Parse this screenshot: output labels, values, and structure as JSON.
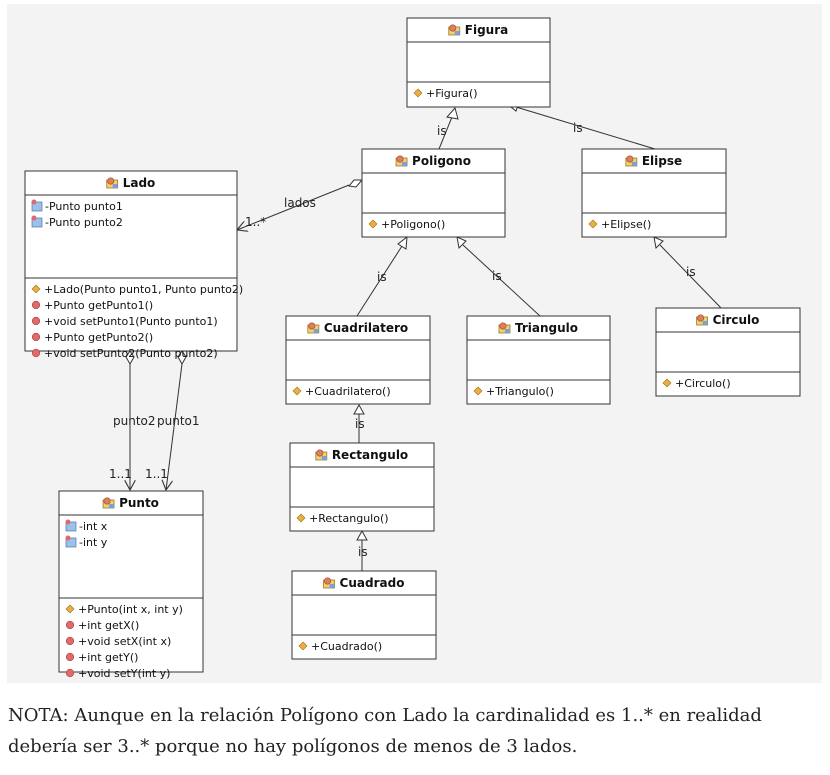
{
  "classes": {
    "figura": {
      "name": "Figura",
      "attributes": [],
      "methods": [
        "+Figura()"
      ]
    },
    "poligono": {
      "name": "Poligono",
      "attributes": [],
      "methods": [
        "+Poligono()"
      ]
    },
    "elipse": {
      "name": "Elipse",
      "attributes": [],
      "methods": [
        "+Elipse()"
      ]
    },
    "lado": {
      "name": "Lado",
      "attributes": [
        "-Punto punto1",
        "-Punto punto2"
      ],
      "methods": [
        "+Lado(Punto punto1, Punto punto2)",
        "+Punto getPunto1()",
        "+void setPunto1(Punto punto1)",
        "+Punto getPunto2()",
        "+void setPunto2(Punto punto2)"
      ]
    },
    "cuadrilatero": {
      "name": "Cuadrilatero",
      "attributes": [],
      "methods": [
        "+Cuadrilatero()"
      ]
    },
    "triangulo": {
      "name": "Triangulo",
      "attributes": [],
      "methods": [
        "+Triangulo()"
      ]
    },
    "circulo": {
      "name": "Circulo",
      "attributes": [],
      "methods": [
        "+Circulo()"
      ]
    },
    "rectangulo": {
      "name": "Rectangulo",
      "attributes": [],
      "methods": [
        "+Rectangulo()"
      ]
    },
    "cuadrado": {
      "name": "Cuadrado",
      "attributes": [],
      "methods": [
        "+Cuadrado()"
      ]
    },
    "punto": {
      "name": "Punto",
      "attributes": [
        "-int x",
        "-int y"
      ],
      "methods": [
        "+Punto(int x, int y)",
        "+int getX()",
        "+void setX(int x)",
        "+int getY()",
        "+void setY(int y)"
      ]
    }
  },
  "relations": {
    "is_label": "is",
    "lados": {
      "role": "lados",
      "multiplicity": "1..*"
    },
    "punto2": {
      "role": "punto2",
      "multiplicity": "1..1"
    },
    "punto1": {
      "role": "punto1",
      "multiplicity": "1..1"
    }
  },
  "note": "NOTA: Aunque en la relación Polígono con Lado la cardinalidad es 1..* en realidad debería ser 3..* porque no hay polígonos de menos de 3 lados.",
  "colors": {
    "background": "#f3f3f3",
    "box_fill": "#ffffff",
    "border": "#333333",
    "constructor_icon": "#e8b040",
    "method_icon": "#e06a6a",
    "attribute_icon": "#6a9ad0"
  }
}
